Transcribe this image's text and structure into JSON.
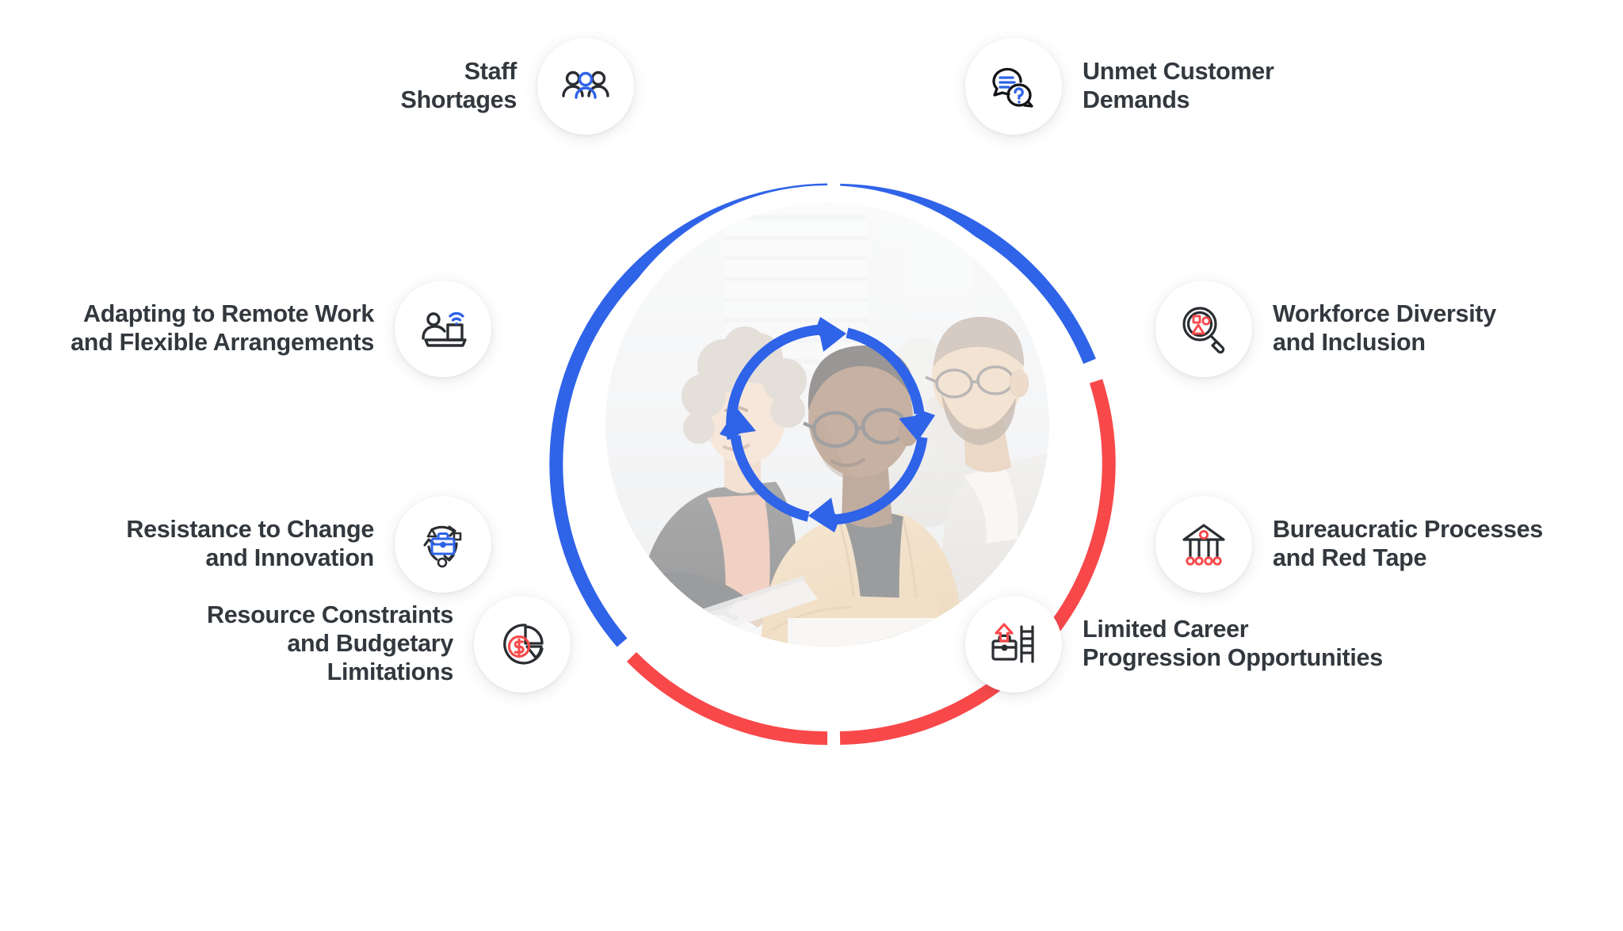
{
  "diagram": {
    "type": "cycle-hub-and-spoke",
    "center": {
      "image_alt": "three colleagues collaborating at a desk around a laptop",
      "overlay_icon": "circular-cycle-arrows",
      "ring_segments": [
        {
          "name": "upper-ring",
          "color": "#2F63E8"
        },
        {
          "name": "lower-ring",
          "color": "#F8484A"
        }
      ]
    },
    "colors": {
      "blue": "#2F63E8",
      "red": "#F8484A",
      "text": "#33383e",
      "bubble": "#ffffff",
      "background": "#ffffff"
    },
    "nodes": [
      {
        "id": "staff-shortages",
        "label": "Staff\nShortages",
        "icon": "group-of-people-icon",
        "side": "left",
        "position": "top"
      },
      {
        "id": "unmet-customer-demands",
        "label": "Unmet Customer\nDemands",
        "icon": "speech-bubbles-question-icon",
        "side": "right",
        "position": "top"
      },
      {
        "id": "adapting-to-remote-work",
        "label": "Adapting to Remote Work\nand Flexible Arrangements",
        "icon": "person-laptop-wifi-icon",
        "side": "left",
        "position": "upper-middle"
      },
      {
        "id": "workforce-diversity-and-inclusion",
        "label": "Workforce Diversity\nand Inclusion",
        "icon": "magnifier-shapes-icon",
        "side": "right",
        "position": "upper-middle"
      },
      {
        "id": "resistance-to-change",
        "label": "Resistance to Change\nand Innovation",
        "icon": "briefcase-cycle-arrows-icon",
        "side": "left",
        "position": "lower-middle"
      },
      {
        "id": "bureaucratic-processes",
        "label": "Bureaucratic Processes\nand Red Tape",
        "icon": "government-building-hierarchy-icon",
        "side": "right",
        "position": "lower-middle"
      },
      {
        "id": "resource-constraints",
        "label": "Resource Constraints\nand Budgetary Limitations",
        "icon": "pie-chart-dollar-icon",
        "side": "left",
        "position": "bottom"
      },
      {
        "id": "limited-career-progression",
        "label": "Limited Career\nProgression Opportunities",
        "icon": "briefcase-ladder-arrow-icon",
        "side": "right",
        "position": "bottom"
      }
    ]
  }
}
